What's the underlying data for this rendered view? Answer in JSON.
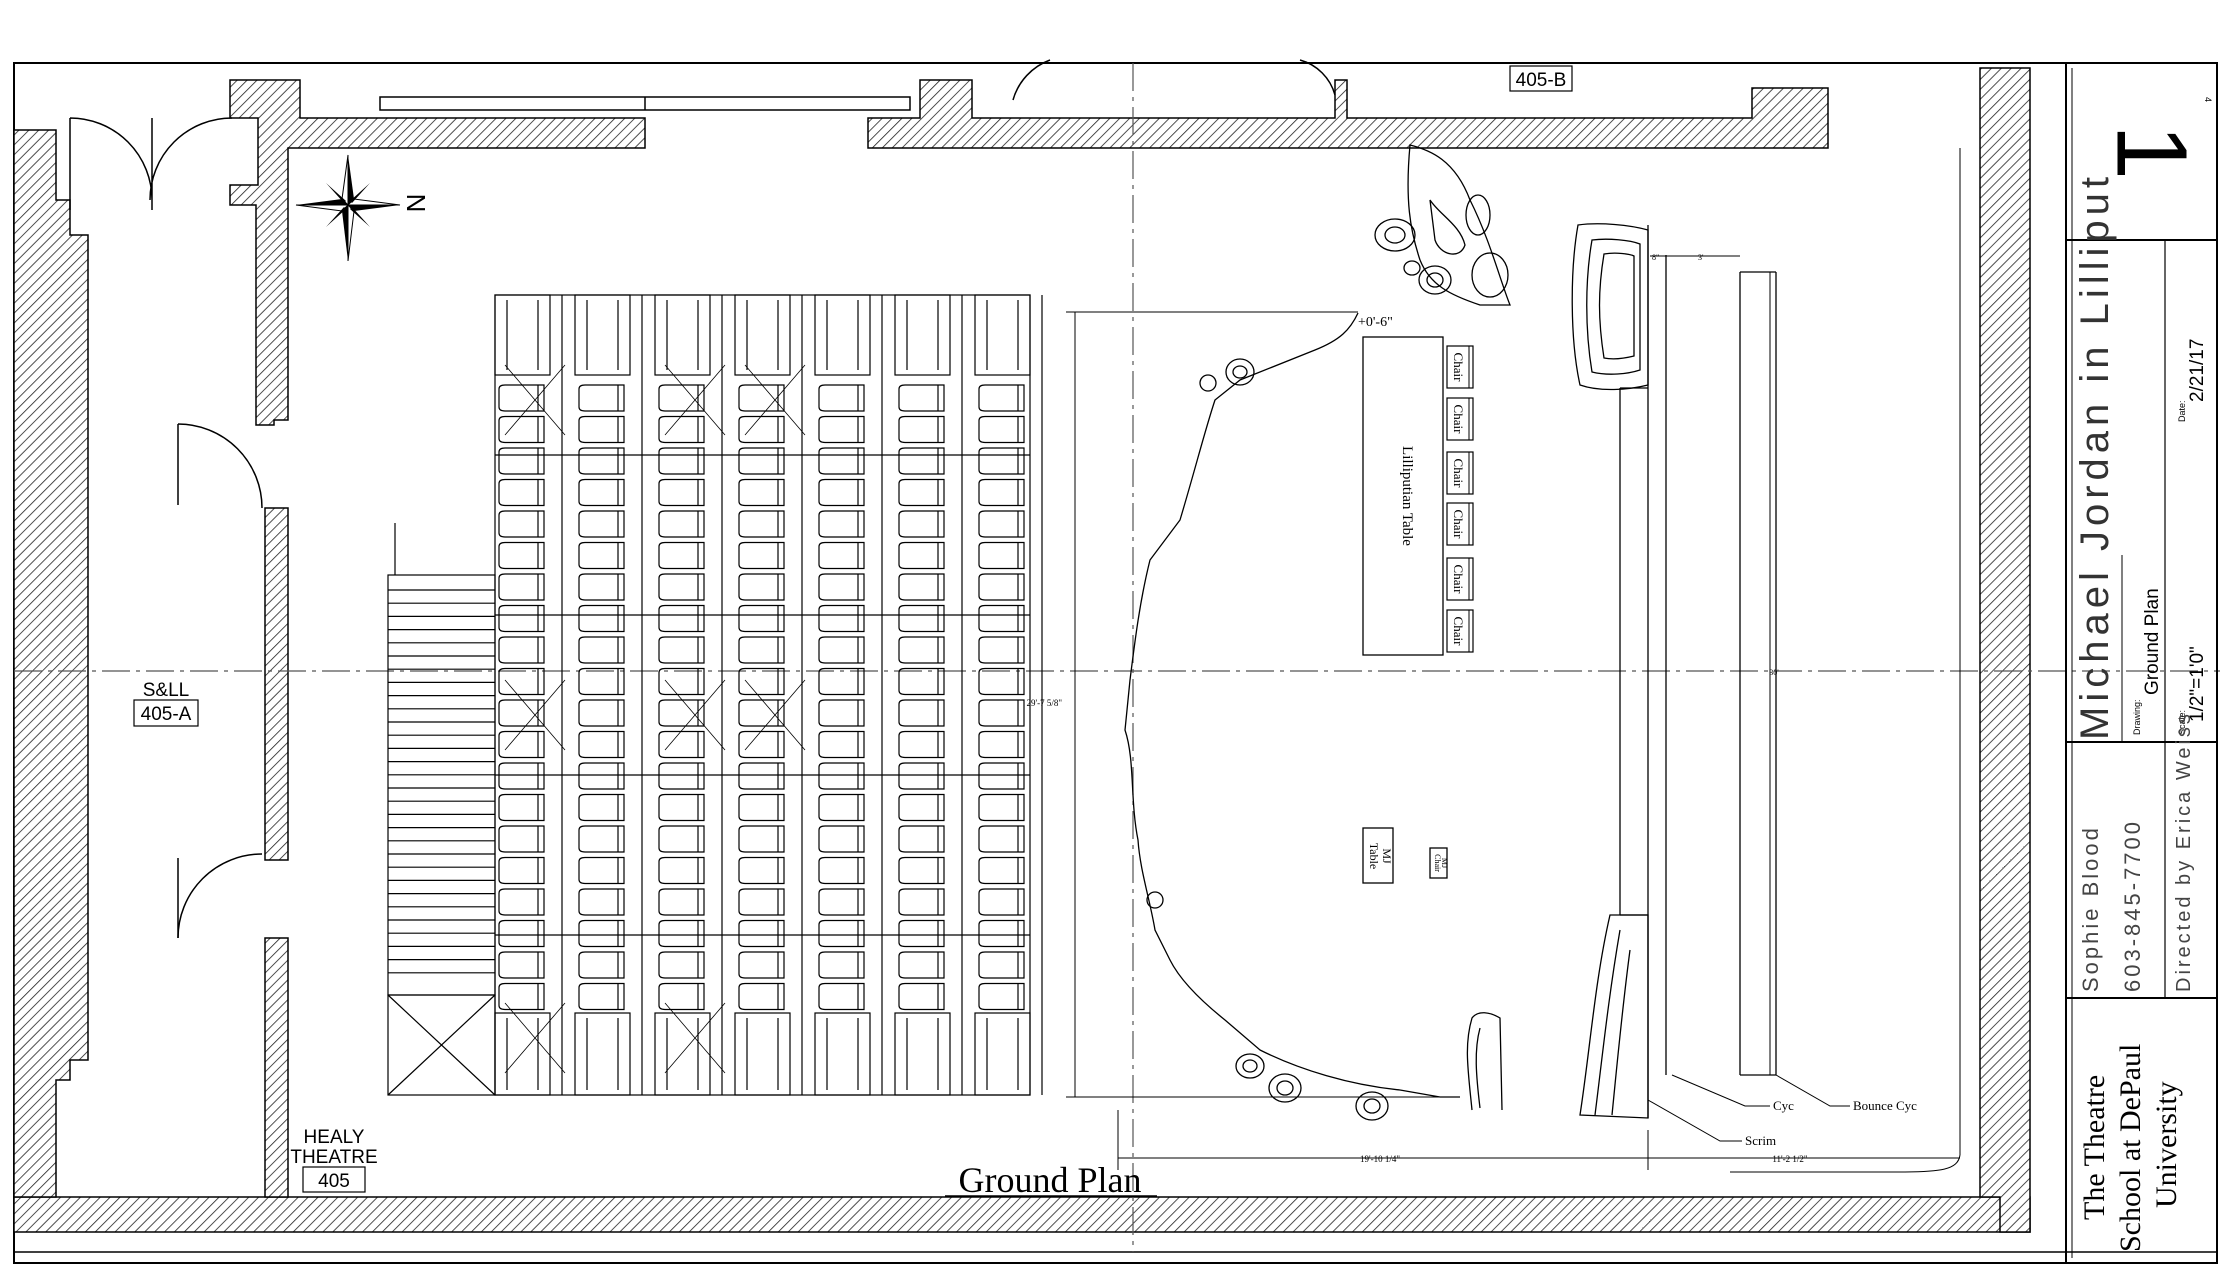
{
  "sheet": {
    "number": "1",
    "corner_mark": "4",
    "production_title": "Michael Jordan in Lilliput",
    "drawing_caption": "Drawing:",
    "drawing_name": "Ground Plan",
    "scale_caption": "Scale:",
    "scale_value": "1/2\"=1'0\"",
    "date_caption": "Date:",
    "date_value": "2/21/17",
    "designer": "Sophie Blood",
    "phone": "603-845-7700",
    "director": "Directed by Erica Weiss",
    "school_line1": "The Theatre",
    "school_line2": "School at DePaul",
    "school_line3": "University"
  },
  "plan": {
    "title": "Ground Plan",
    "north": "N",
    "room_top": "405-B",
    "room_left_name": "S&LL",
    "room_left_number": "405-A",
    "theatre_name_1": "HEALY",
    "theatre_name_2": "THEATRE",
    "theatre_number": "405",
    "table_label": "Lilliputian Table",
    "chair_label": "Chair",
    "mj_table_1": "MJ",
    "mj_table_2": "Table",
    "mj_chair_1": "MJ",
    "mj_chair_2": "Chair",
    "elevation": "+0'-6\"",
    "dim_depth": "29'-7 5/8\"",
    "dim_width": "19'-10 1/4\"",
    "dim_right": "11'-2 1/2\"",
    "dim_small_1": "8\"",
    "dim_small_2": "3'",
    "dim_cyc": "30'",
    "callout_cyc": "Cyc",
    "callout_bounce": "Bounce Cyc",
    "callout_scrim": "Scrim"
  }
}
